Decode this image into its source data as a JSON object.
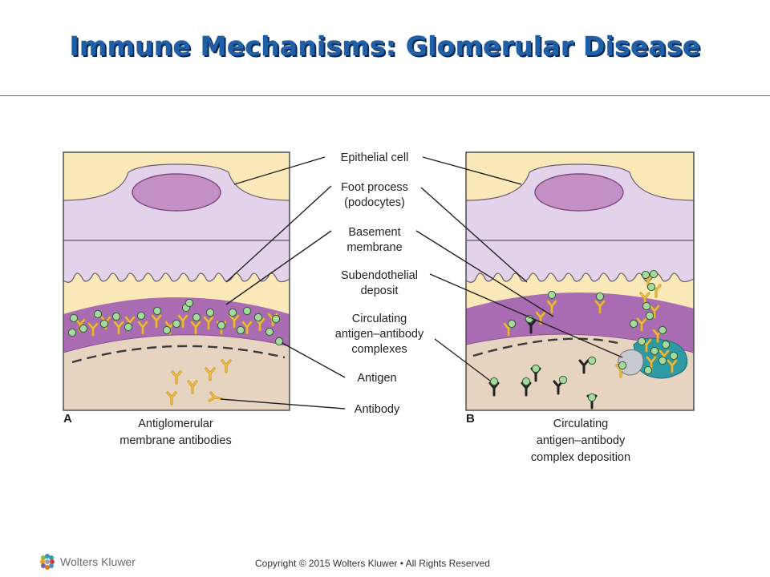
{
  "title": "Immune Mechanisms: Glomerular Disease",
  "labels": {
    "epithelial_cell": "Epithelial cell",
    "foot_process_1": "Foot process",
    "foot_process_2": "(podocytes)",
    "basement_1": "Basement",
    "basement_2": "membrane",
    "subendothelial_1": "Subendothelial",
    "subendothelial_2": "deposit",
    "circulating_1": "Circulating",
    "circulating_2": "antigen–antibody",
    "circulating_3": "complexes",
    "antigen": "Antigen",
    "antibody": "Antibody"
  },
  "panel_a": {
    "letter": "A",
    "caption_1": "Antiglomerular",
    "caption_2": "membrane antibodies"
  },
  "panel_b": {
    "letter": "B",
    "caption_1": "Circulating",
    "caption_2": "antigen–antibody",
    "caption_3": "complex deposition"
  },
  "footer": {
    "copyright": "Copyright © 2015 Wolters Kluwer • All Rights Reserved",
    "brand": "Wolters Kluwer",
    "brand_icon": "wolters-kluwer-logo"
  },
  "colors": {
    "title": "#1e5fa8",
    "epithelial_bg": "#fbe8b8",
    "cell": "#e3d3ea",
    "nucleus": "#c48fc4",
    "basement_membrane": "#a96cb3",
    "endothelium": "#e6d3c0",
    "antigen": "#a6d9a0",
    "antibody": "#e0b030",
    "complex_antibody": "#2a2a2a",
    "deposit": "#2e9aa4"
  }
}
